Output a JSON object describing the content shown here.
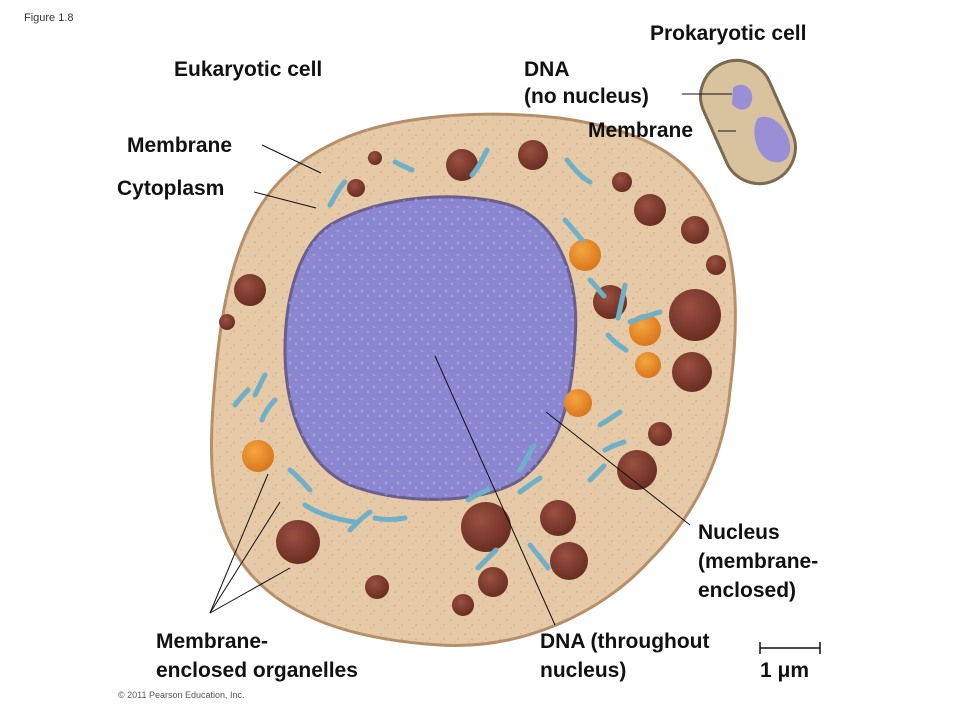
{
  "figure_label": "Figure 1.8",
  "labels": {
    "prokaryotic_cell": "Prokaryotic cell",
    "eukaryotic_cell": "Eukaryotic cell",
    "dna_no_nucleus_line1": "DNA",
    "dna_no_nucleus_line2": "(no nucleus)",
    "membrane_prokaryote": "Membrane",
    "membrane_eukaryote": "Membrane",
    "cytoplasm": "Cytoplasm",
    "nucleus_line1": "Nucleus",
    "nucleus_line2": "(membrane-",
    "nucleus_line3": "enclosed)",
    "organelles_line1": "Membrane-",
    "organelles_line2": "enclosed organelles",
    "dna_nucleus_line1": "DNA (throughout",
    "dna_nucleus_line2": "nucleus)",
    "scale_bar": "1 μm"
  },
  "copyright": "© 2011 Pearson Education, Inc.",
  "colors": {
    "cytoplasm": "#e6c9a6",
    "cytoplasm_edge": "#b58f6a",
    "nucleus": "#8a86cf",
    "nucleus_edge": "#6a5f8c",
    "organelle_brown": "#7a3a2b",
    "organelle_orange": "#e6892a",
    "er_blue": "#6fb0c8",
    "prokaryote_body": "#d8c39e",
    "prokaryote_dna": "#9a8fd6"
  }
}
